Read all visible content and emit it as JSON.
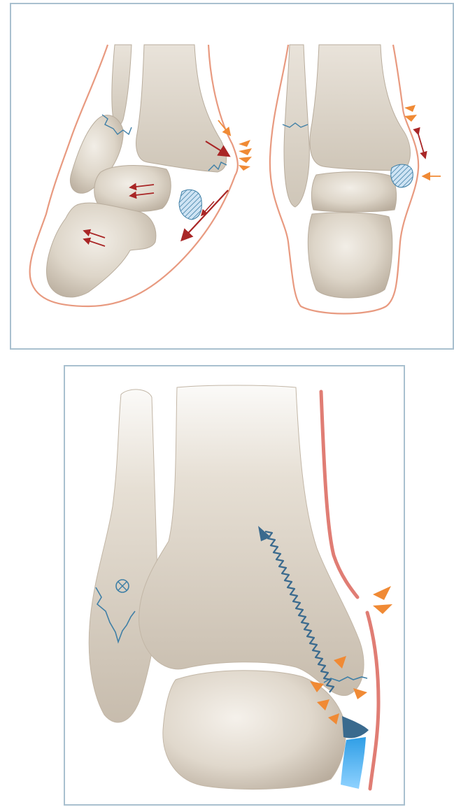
{
  "figure": {
    "panels": [
      {
        "id": "top",
        "content": "two-ankle-views",
        "labels": []
      },
      {
        "id": "bottom",
        "content": "ankle-detail",
        "labels": []
      }
    ],
    "colors": {
      "frame": "#a9c0cf",
      "skin_outline": "#e89a80",
      "skin_outline_bold": "#e07d74",
      "bone_fill": "#d8d0c3",
      "bone_shade": "#b9ad9d",
      "fracture_line": "#3f7fa6",
      "force_arrow_red": "#a92626",
      "impact_arrowhead_orange": "#f08a35",
      "ligament_blue": "#3a6a8e",
      "tendon_cyan": "#2f9ee6"
    },
    "symbols": {
      "rotation_marker": "⊗"
    }
  }
}
